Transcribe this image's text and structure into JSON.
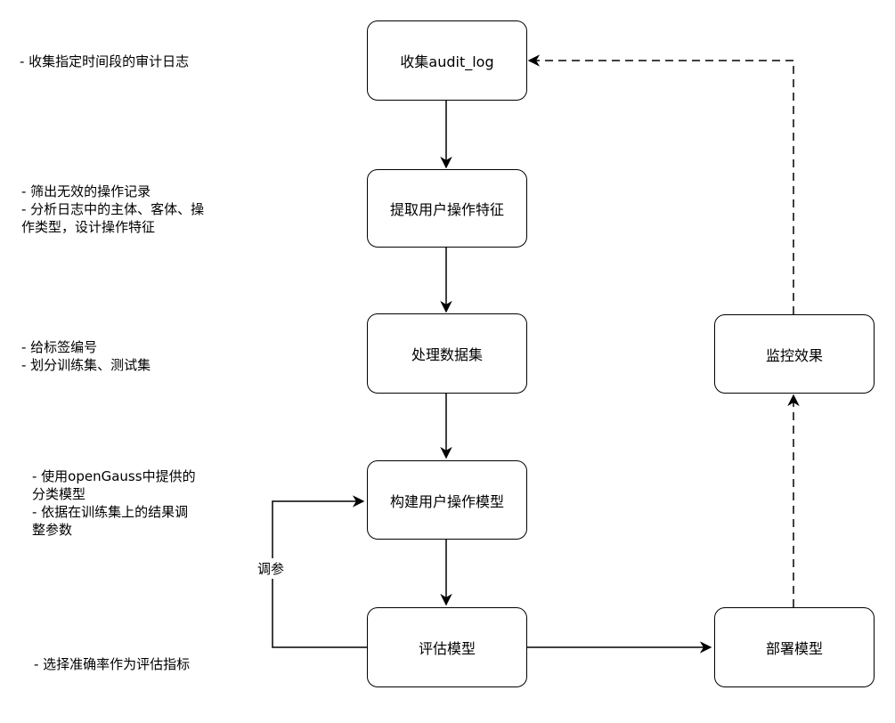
{
  "nodes": {
    "collect": "收集audit_log",
    "extract": "提取用户操作特征",
    "process": "处理数据集",
    "build": "构建用户操作模型",
    "evaluate": "评估模型",
    "deploy": "部署模型",
    "monitor": "监控效果"
  },
  "notes": {
    "collect": "- 收集指定时间段的审计日志",
    "extract": "- 筛出无效的操作记录\n- 分析日志中的主体、客体、操\n作类型，设计操作特征",
    "process": "- 给标签编号\n- 划分训练集、测试集",
    "build": "- 使用openGauss中提供的\n分类模型\n- 依据在训练集上的结果调\n整参数",
    "evaluate": "- 选择准确率作为评估指标"
  },
  "edge_labels": {
    "tune": "调参"
  }
}
